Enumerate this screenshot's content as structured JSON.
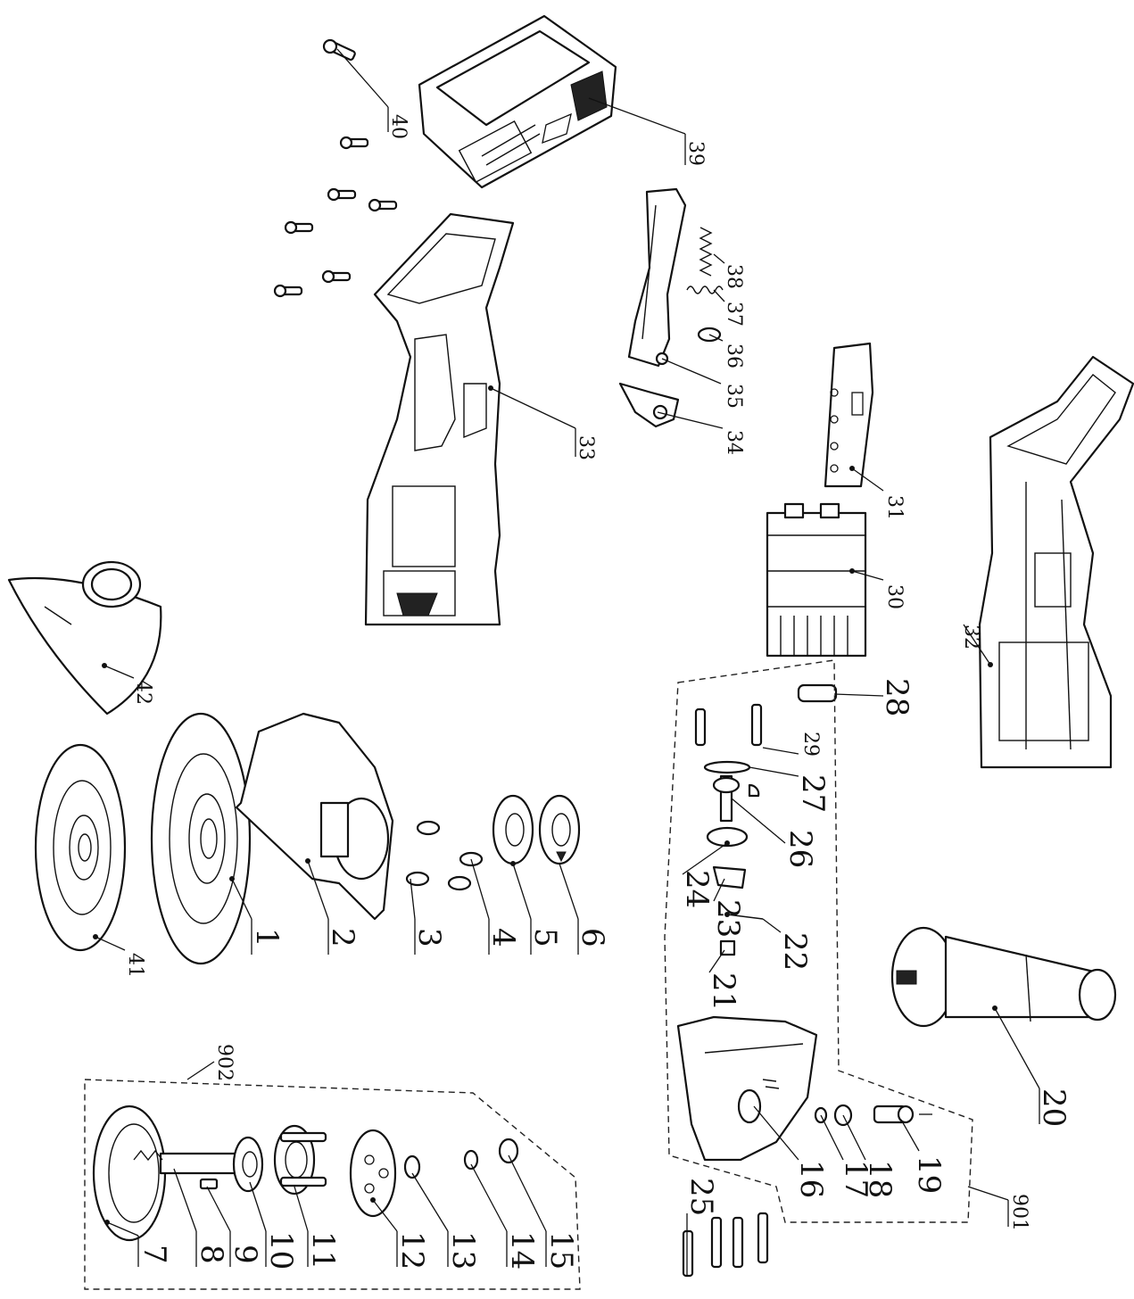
{
  "labels": {
    "p1": "1",
    "p2": "2",
    "p3": "3",
    "p4": "4",
    "p5": "5",
    "p6": "6",
    "p7": "7",
    "p8": "8",
    "p9": "9",
    "p10": "10",
    "p11": "11",
    "p12": "12",
    "p13": "13",
    "p14": "14",
    "p15": "15",
    "p16": "16",
    "p17": "17",
    "p18": "18",
    "p19": "19",
    "p20": "20",
    "p21": "21",
    "p22": "22",
    "p23": "23",
    "p24": "24",
    "p25": "25",
    "p26": "26",
    "p27": "27",
    "p28": "28",
    "p29": "29",
    "p30": "30",
    "p31": "31",
    "p32": "32",
    "p33": "33",
    "p34": "34",
    "p35": "35",
    "p36": "36",
    "p37": "37",
    "p38": "38",
    "p39": "39",
    "p40": "40",
    "p41": "41",
    "p42": "42",
    "g901": "901",
    "g902": "902"
  }
}
